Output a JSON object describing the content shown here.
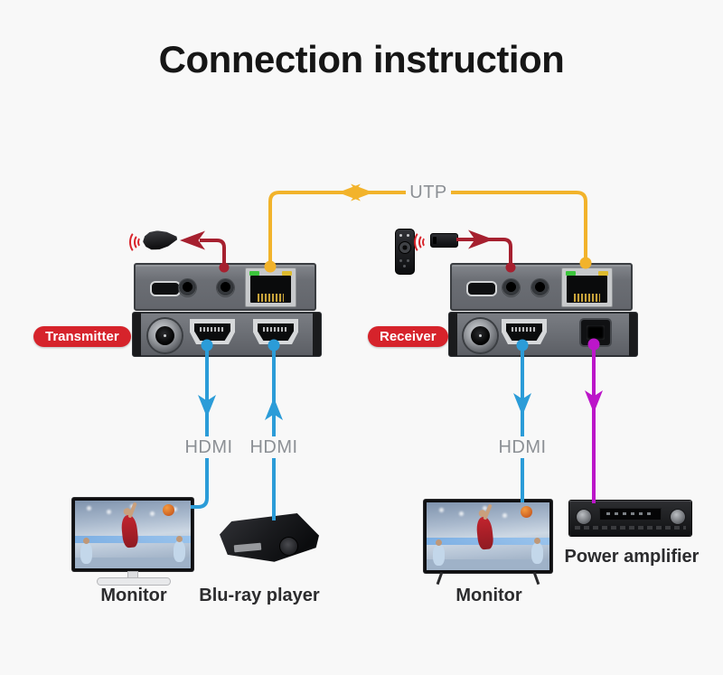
{
  "title": "Connection instruction",
  "cable_labels": {
    "utp": "UTP",
    "hdmi_tx_to_monitor": "HDMI",
    "hdmi_bluray_to_tx": "HDMI",
    "hdmi_rx_to_monitor": "HDMI"
  },
  "badges": {
    "transmitter": "Transmitter",
    "receiver": "Receiver"
  },
  "devices": {
    "monitor_left": "Monitor",
    "bluray": "Blu-ray player",
    "monitor_right": "Monitor",
    "amplifier": "Power amplifier"
  },
  "colors": {
    "background": "#F8F8F8",
    "utp_cable": "#F2B32B",
    "hdmi_cable": "#2B9CD8",
    "ir_cable": "#A6202F",
    "audio_cable": "#BC16C9",
    "badge_red": "#D6232B",
    "cable_label_gray": "#8C9095"
  }
}
